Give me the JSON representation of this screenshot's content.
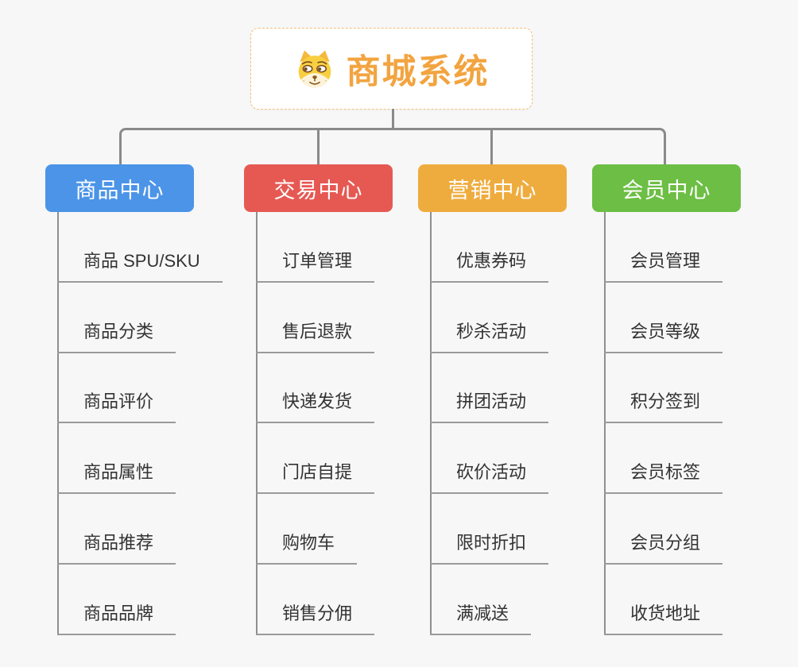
{
  "root": {
    "title": "商城系统",
    "icon": "doge-icon"
  },
  "branches": [
    {
      "label": "商品中心",
      "color": "#4B94E8",
      "children": [
        "商品 SPU/SKU",
        "商品分类",
        "商品评价",
        "商品属性",
        "商品推荐",
        "商品品牌"
      ]
    },
    {
      "label": "交易中心",
      "color": "#E65953",
      "children": [
        "订单管理",
        "售后退款",
        "快递发货",
        "门店自提",
        "购物车",
        "销售分佣"
      ]
    },
    {
      "label": "营销中心",
      "color": "#EFAC3E",
      "children": [
        "优惠券码",
        "秒杀活动",
        "拼团活动",
        "砍价活动",
        "限时折扣",
        "满减送"
      ]
    },
    {
      "label": "会员中心",
      "color": "#6CBE44",
      "children": [
        "会员管理",
        "会员等级",
        "积分签到",
        "会员标签",
        "会员分组",
        "收货地址"
      ]
    }
  ],
  "colors": {
    "background": "#F7F7F7",
    "root_text": "#F2A440",
    "root_border": "#F3C077",
    "connector_line": "#8A8A8A",
    "leaf_underline": "#9A9A9A",
    "leaf_text": "#333333",
    "node_text": "#FFFFFF"
  }
}
